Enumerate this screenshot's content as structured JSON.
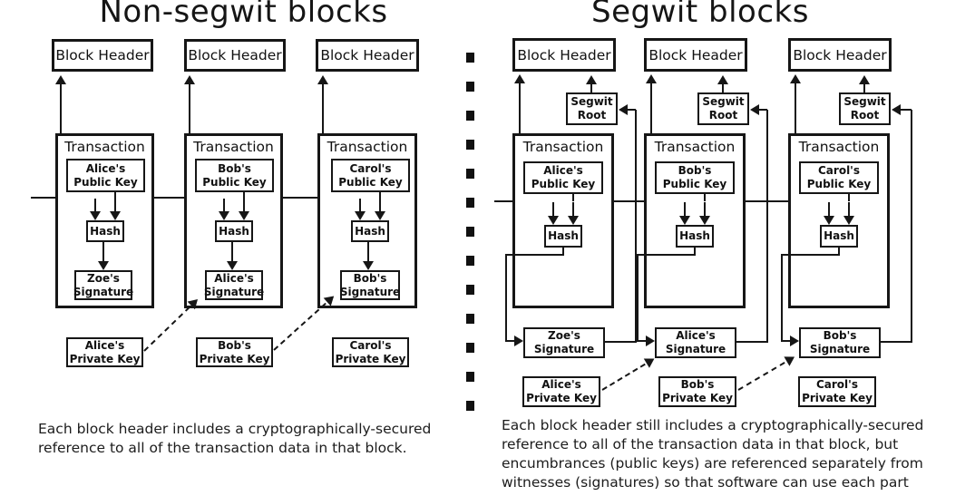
{
  "panels": {
    "left": {
      "title": "Non-segwit blocks",
      "caption": "Each block header includes a cryptographically-secured reference to all of the transaction data in that block.",
      "columns": [
        {
          "block_header": "Block Header",
          "transaction": "Transaction",
          "public_key": "Alice's\nPublic Key",
          "hash": "Hash",
          "signature": "Zoe's\nSignature",
          "private_key": "Alice's\nPrivate Key"
        },
        {
          "block_header": "Block Header",
          "transaction": "Transaction",
          "public_key": "Bob's\nPublic Key",
          "hash": "Hash",
          "signature": "Alice's\nSignature",
          "private_key": "Bob's\nPrivate Key"
        },
        {
          "block_header": "Block Header",
          "transaction": "Transaction",
          "public_key": "Carol's\nPublic Key",
          "hash": "Hash",
          "signature": "Bob's\nSignature",
          "private_key": "Carol's\nPrivate Key"
        }
      ]
    },
    "right": {
      "title": "Segwit blocks",
      "caption": "Each block header still includes a cryptographically-secured reference to all of the transaction data in that block, but encumbrances (public keys) are referenced separately from witnesses (signatures) so that software can use each part",
      "columns": [
        {
          "block_header": "Block Header",
          "segwit_root": "Segwit\nRoot",
          "transaction": "Transaction",
          "public_key": "Alice's\nPublic Key",
          "hash": "Hash",
          "signature": "Zoe's\nSignature",
          "private_key": "Alice's\nPrivate Key"
        },
        {
          "block_header": "Block Header",
          "segwit_root": "Segwit\nRoot",
          "transaction": "Transaction",
          "public_key": "Bob's\nPublic Key",
          "hash": "Hash",
          "signature": "Alice's\nSignature",
          "private_key": "Bob's\nPrivate Key"
        },
        {
          "block_header": "Block Header",
          "segwit_root": "Segwit\nRoot",
          "transaction": "Transaction",
          "public_key": "Carol's\nPublic Key",
          "hash": "Hash",
          "signature": "Bob's\nSignature",
          "private_key": "Carol's\nPrivate Key"
        }
      ]
    }
  }
}
